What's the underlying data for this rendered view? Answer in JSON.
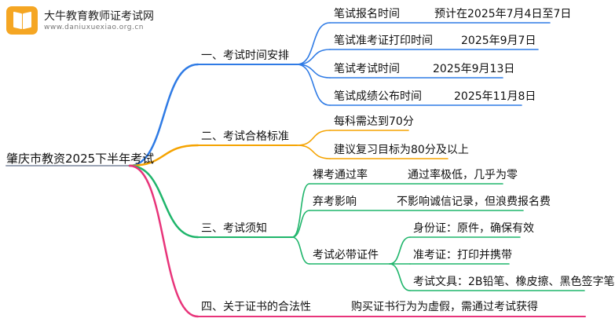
{
  "header": {
    "site_name": "大牛教育教师证考试网",
    "site_url": "www.daniuxuexiao.org.cn"
  },
  "colors": {
    "blue": "#2f7be5",
    "orange": "#f5a300",
    "green": "#1fb56b",
    "pink": "#e8347a",
    "root": "#9aa3b5"
  },
  "mindmap": {
    "root": "肇庆市教资2025下半年考试",
    "branches": [
      {
        "label": "一、考试时间安排",
        "items": [
          {
            "label": "笔试报名时间",
            "value": "预计在2025年7月4日至7日"
          },
          {
            "label": "笔试准考证打印时间",
            "value": "2025年9月7日"
          },
          {
            "label": "笔试考试时间",
            "value": "2025年9月13日"
          },
          {
            "label": "笔试成绩公布时间",
            "value": "2025年11月8日"
          }
        ]
      },
      {
        "label": "二、考试合格标准",
        "items": [
          {
            "label": "每科需达到70分"
          },
          {
            "label": "建议复习目标为80分及以上"
          }
        ]
      },
      {
        "label": "三、考试须知",
        "items": [
          {
            "label": "裸考通过率",
            "value": "通过率极低，几乎为零"
          },
          {
            "label": "弃考影响",
            "value": "不影响诚信记录，但浪费报名费"
          },
          {
            "label": "考试必带证件",
            "children": [
              {
                "label": "身份证：原件，确保有效"
              },
              {
                "label": "准考证：打印并携带"
              },
              {
                "label": "考试文具：2B铅笔、橡皮擦、黑色签字笔"
              }
            ]
          }
        ]
      },
      {
        "label": "四、关于证书的合法性",
        "value": "购买证书行为为虚假，需通过考试获得"
      }
    ]
  }
}
